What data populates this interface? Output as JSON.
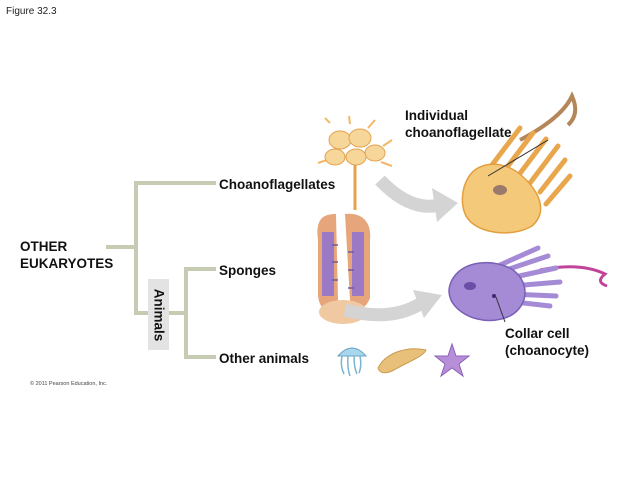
{
  "figure_label": "Figure 32.3",
  "labels": {
    "other_eukaryotes_line1": "OTHER",
    "other_eukaryotes_line2": "EUKARYOTES",
    "animals": "Animals",
    "choanoflagellates": "Choanoflagellates",
    "sponges": "Sponges",
    "other_animals": "Other animals",
    "individual_line1": "Individual",
    "individual_line2": "choanoflagellate",
    "collar_line1": "Collar cell",
    "collar_line2": "(choanocyte)"
  },
  "copyright": "© 2011 Pearson Education, Inc.",
  "colors": {
    "tree_lines": "#c6cbb3",
    "animals_band": "#e3e3e3",
    "arrow": "#d4d4d4",
    "choano_cell": "#f5c97a",
    "collar_cell": "#a58bd6"
  }
}
